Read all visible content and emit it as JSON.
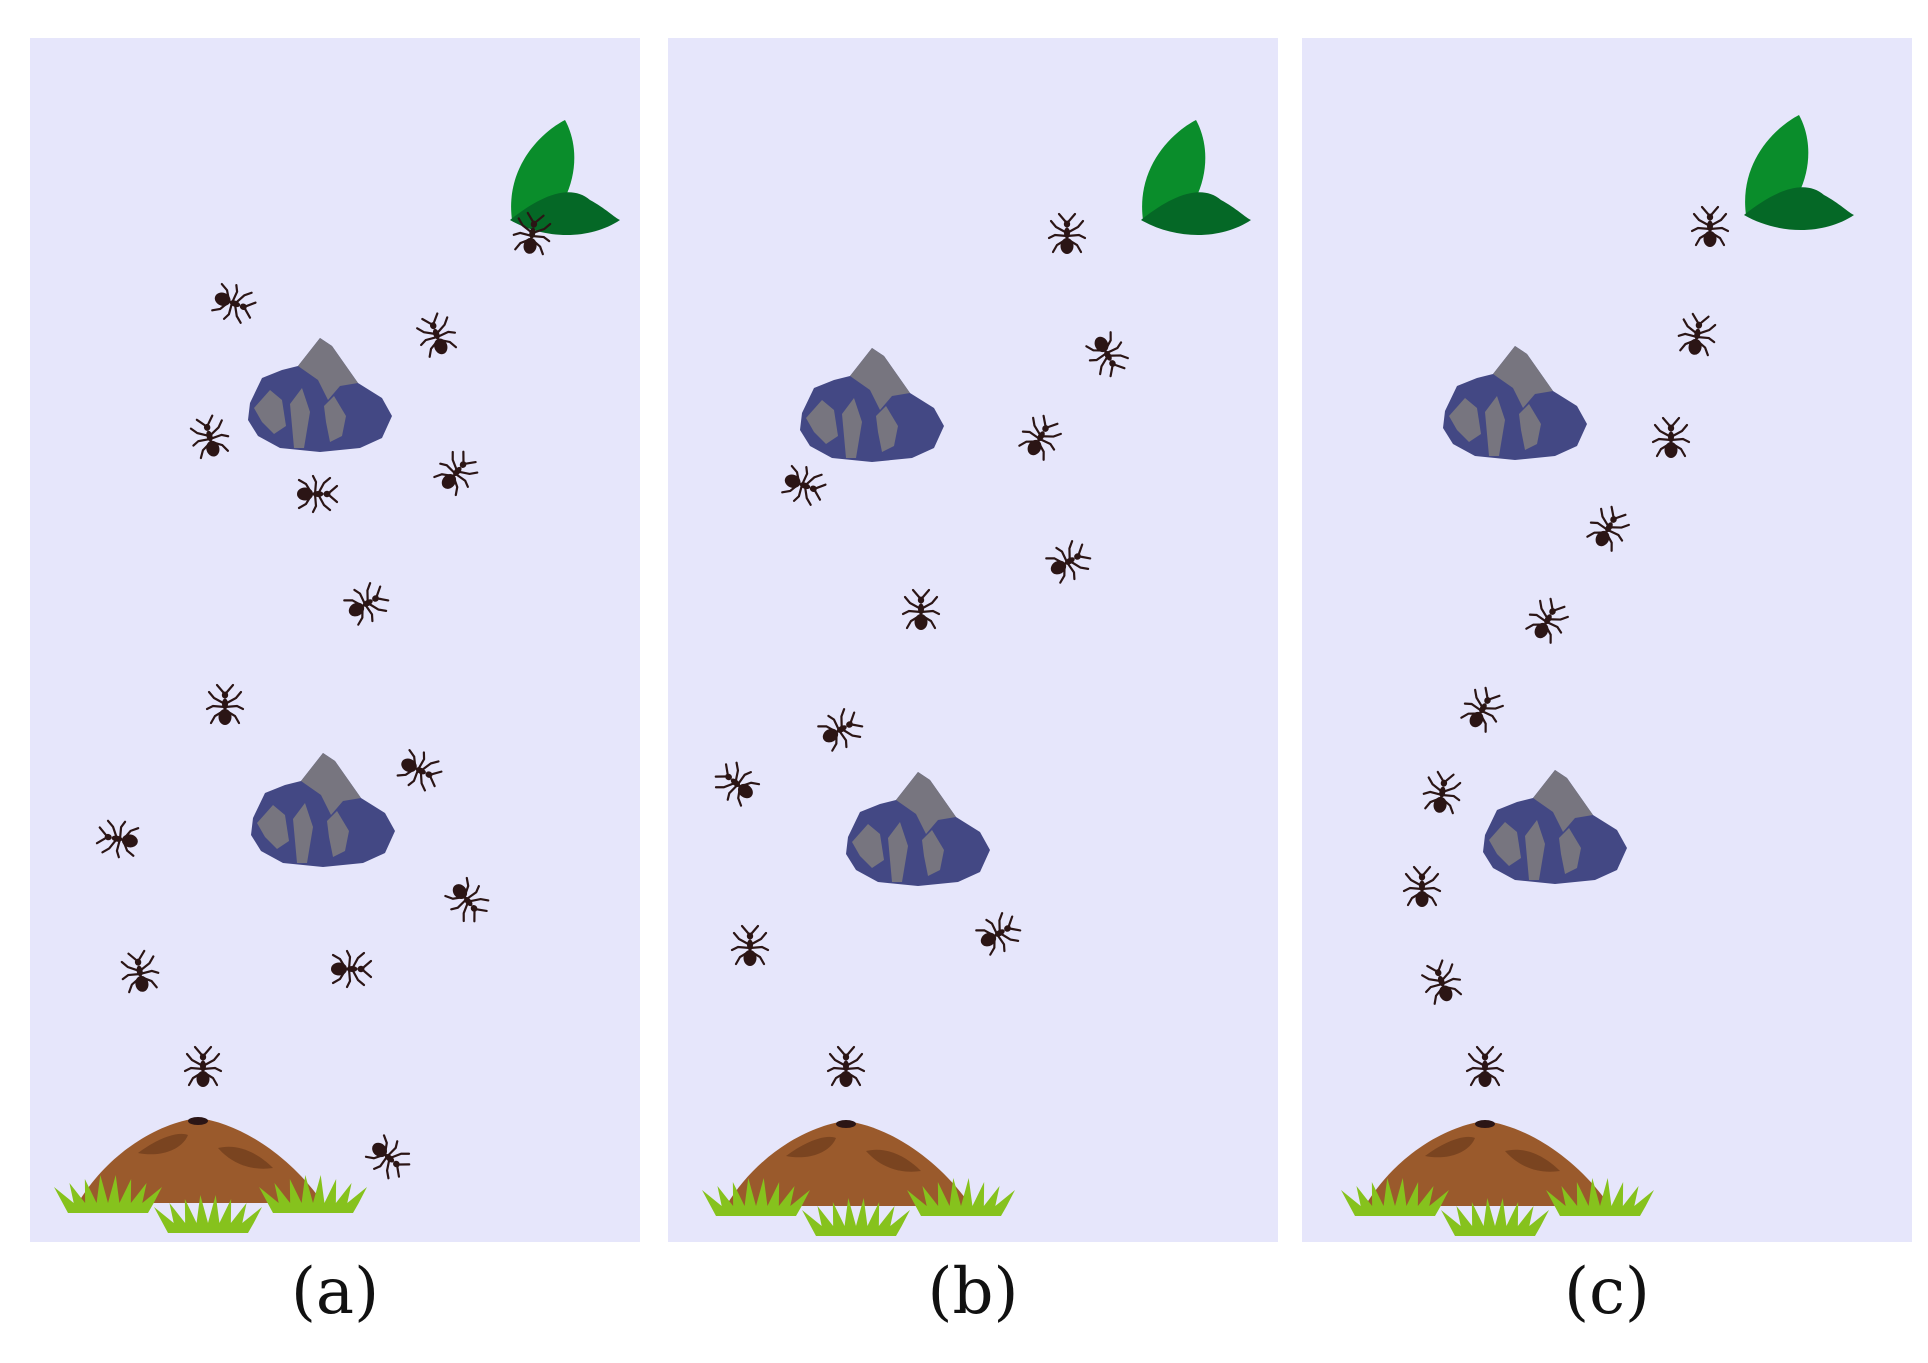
{
  "colors": {
    "background": "#e6e6fb",
    "ant": "#2b1515",
    "rock_dark": "#434884",
    "rock_light": "#77757f",
    "leaf_top": "#0a8d2b",
    "leaf_bottom": "#056826",
    "mound": "#9a5a2c",
    "mound_dark": "#7a4420",
    "grass": "#86c21d"
  },
  "panels": [
    {
      "label": "(a)",
      "leaf": [
        540,
        140
      ],
      "rocks": [
        [
          290,
          370
        ],
        [
          293,
          785
        ]
      ],
      "nest": [
        168,
        1075
      ],
      "ants": [
        [
          502,
          197,
          10
        ],
        [
          203,
          265,
          110
        ],
        [
          407,
          298,
          -20
        ],
        [
          180,
          400,
          -15
        ],
        [
          286,
          456,
          90
        ],
        [
          426,
          435,
          40
        ],
        [
          336,
          566,
          60
        ],
        [
          195,
          668,
          0
        ],
        [
          389,
          732,
          115
        ],
        [
          89,
          801,
          -80
        ],
        [
          437,
          862,
          140
        ],
        [
          110,
          935,
          -10
        ],
        [
          320,
          931,
          90
        ],
        [
          173,
          1030,
          0
        ],
        [
          358,
          1119,
          130
        ]
      ]
    },
    {
      "label": "(b)",
      "leaf": [
        533,
        140
      ],
      "rocks": [
        [
          204,
          380
        ],
        [
          250,
          804
        ]
      ],
      "nest": [
        178,
        1078
      ],
      "ants": [
        [
          399,
          197,
          0
        ],
        [
          439,
          316,
          150
        ],
        [
          372,
          400,
          30
        ],
        [
          135,
          447,
          110
        ],
        [
          400,
          524,
          60
        ],
        [
          253,
          573,
          0
        ],
        [
          172,
          692,
          60
        ],
        [
          69,
          746,
          -50
        ],
        [
          330,
          896,
          60
        ],
        [
          82,
          909,
          0
        ],
        [
          178,
          1030,
          0
        ]
      ]
    },
    {
      "label": "(c)",
      "leaf": [
        502,
        135
      ],
      "rocks": [
        [
          213,
          378
        ],
        [
          253,
          802
        ]
      ],
      "nest": [
        183,
        1078
      ],
      "ants": [
        [
          408,
          190,
          0
        ],
        [
          395,
          298,
          10
        ],
        [
          369,
          401,
          0
        ],
        [
          306,
          491,
          30
        ],
        [
          245,
          583,
          30
        ],
        [
          180,
          672,
          30
        ],
        [
          140,
          756,
          10
        ],
        [
          120,
          850,
          0
        ],
        [
          140,
          945,
          -20
        ],
        [
          183,
          1030,
          0
        ]
      ]
    }
  ]
}
